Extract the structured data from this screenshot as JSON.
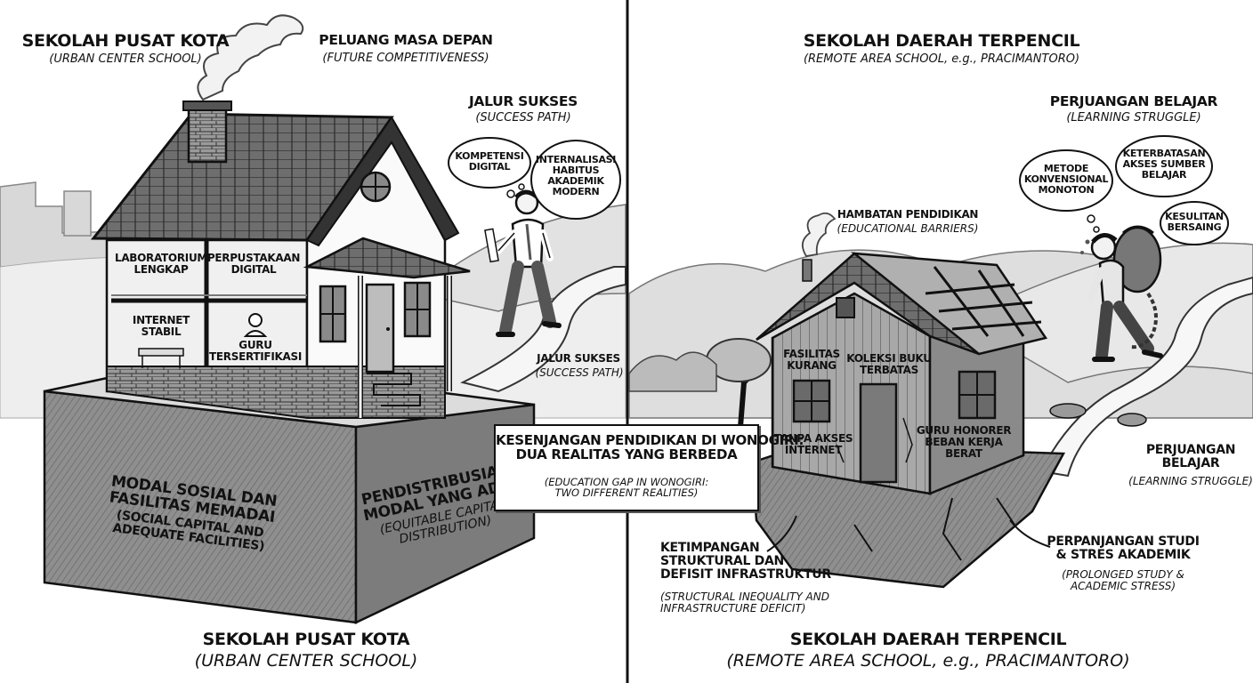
{
  "left": {
    "title": "SEKOLAH PUSAT KOTA",
    "subtitle": "(URBAN CENTER SCHOOL)",
    "future_title": "PELUANG MASA DEPAN",
    "future_subtitle": "(FUTURE COMPETITIVENESS)",
    "path_title": "JALUR SUKSES",
    "path_subtitle": "(SUCCESS PATH)",
    "thought_1": "KOMPETENSI\nDIGITAL",
    "thought_2": "INTERNALISASI\nHABITUS\nAKADEMIK\nMODERN",
    "room_lab": "LABORATORIUM\nLENGKAP",
    "room_library": "PERPUSTAKAAN\nDIGITAL",
    "room_internet": "INTERNET\nSTABIL",
    "room_teacher": "GURU\nTERSERTIFIKASI",
    "path_title_2": "JALUR SUKSES",
    "path_subtitle_2": "(SUCCESS PATH)",
    "base_front_title": "MODAL SOSIAL DAN\nFASILITAS MEMADAI",
    "base_front_subtitle": "(SOCIAL CAPITAL AND\nADEQUATE FACILITIES)",
    "base_side_title": "PENDISTRIBUSIAN\nMODAL YANG ADIL",
    "base_side_subtitle": "(EQUITABLE CAPITAL\nDISTRIBUTION)",
    "bottom_title": "SEKOLAH PUSAT KOTA",
    "bottom_subtitle": "(URBAN CENTER SCHOOL)"
  },
  "center": {
    "title": "KESENJANGAN PENDIDIKAN DI WONOGIRI:\nDUA REALITAS YANG BERBEDA",
    "subtitle": "(EDUCATION GAP IN WONOGIRI:\nTWO DIFFERENT REALITIES)"
  },
  "right": {
    "title": "SEKOLAH DAERAH TERPENCIL",
    "subtitle": "(REMOTE AREA SCHOOL, e.g., PRACIMANTORO)",
    "struggle_title": "PERJUANGAN BELAJAR",
    "struggle_subtitle": "(LEARNING STRUGGLE)",
    "thought_1": "METODE\nKONVENSIONAL\nMONOTON",
    "thought_2": "KETERBATASAN\nAKSES SUMBER\nBELAJAR",
    "thought_3": "KESULITAN\nBERSAING",
    "barrier_title": "HAMBATAN PENDIDIKAN",
    "barrier_subtitle": "(EDUCATIONAL BARRIERS)",
    "room_facilities": "FASILITAS\nKURANG",
    "room_books": "KOLEKSI BUKU\nTERBATAS",
    "room_internet": "TANPA AKSES\nINTERNET",
    "room_teacher": "GURU HONORER\nBEBAN KERJA\nBERAT",
    "struggle_title_2": "PERJUANGAN\nBELAJAR",
    "struggle_subtitle_2": "(LEARNING STRUGGLE)",
    "inequality_title": "KETIMPANGAN\nSTRUKTURAL DAN\nDEFISIT INFRASTRUKTUR",
    "inequality_subtitle": "(STRUCTURAL INEQUALITY AND\nINFRASTRUCTURE DEFICIT)",
    "prolonged_title": "PERPANJANGAN STUDI\n& STRES AKADEMIK",
    "prolonged_subtitle": "(PROLONGED STUDY &\nACADEMIC STRESS)",
    "bottom_title": "SEKOLAH DAERAH TERPENCIL",
    "bottom_subtitle": "(REMOTE AREA SCHOOL, e.g., PRACIMANTORO)"
  }
}
